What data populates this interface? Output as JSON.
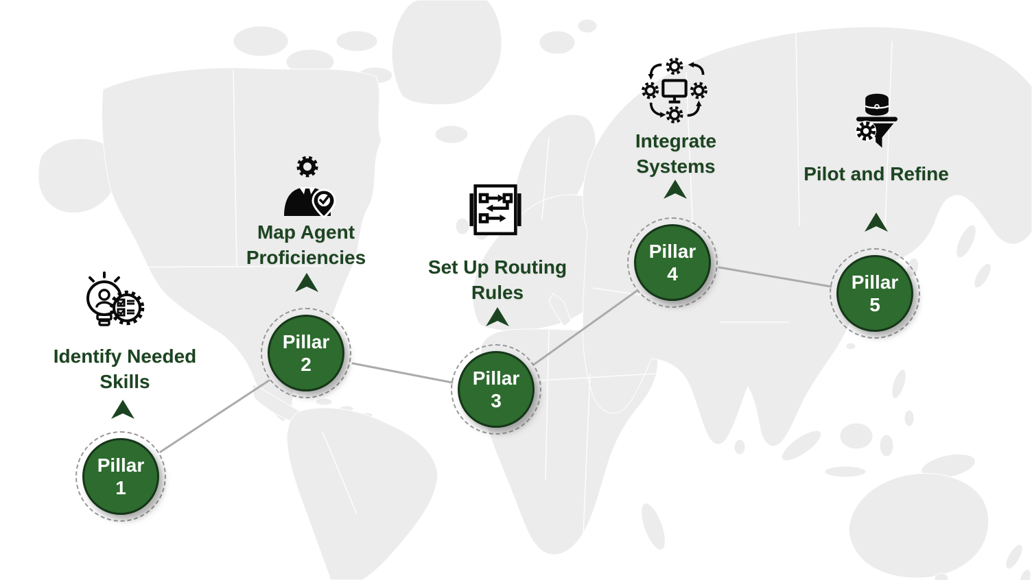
{
  "diagram": {
    "type": "process-roadmap",
    "background": "world-map",
    "node_shape": "circle",
    "colors": {
      "circle_fill": "#2d6b2e",
      "circle_border": "#163619",
      "circle_text": "#ffffff",
      "label_text": "#1c4421",
      "arrow": "#1c4421",
      "connector_line": "#ababab",
      "dashed_ring": "#979797",
      "map_land": "#ececec",
      "map_borders": "#ffffff",
      "icon_color": "#0a0a0a"
    }
  },
  "pillars": [
    {
      "circle_word": "Pillar",
      "circle_number": "1",
      "label_lines": [
        "Identify Needed",
        "Skills"
      ],
      "icon": "lightbulb-person-checklist-gear"
    },
    {
      "circle_word": "Pillar",
      "circle_number": "2",
      "label_lines": [
        "Map Agent",
        "Proficiencies"
      ],
      "icon": "agent-bust-gear-location-check"
    },
    {
      "circle_word": "Pillar",
      "circle_number": "3",
      "label_lines": [
        "Set Up Routing",
        "Rules"
      ],
      "icon": "routing-flow-panel"
    },
    {
      "circle_word": "Pillar",
      "circle_number": "4",
      "label_lines": [
        "Integrate",
        "Systems"
      ],
      "icon": "monitor-gears-cycle"
    },
    {
      "circle_word": "Pillar",
      "circle_number": "5",
      "label_lines": [
        "Pilot and Refine"
      ],
      "icon": "database-funnel-gear"
    }
  ]
}
